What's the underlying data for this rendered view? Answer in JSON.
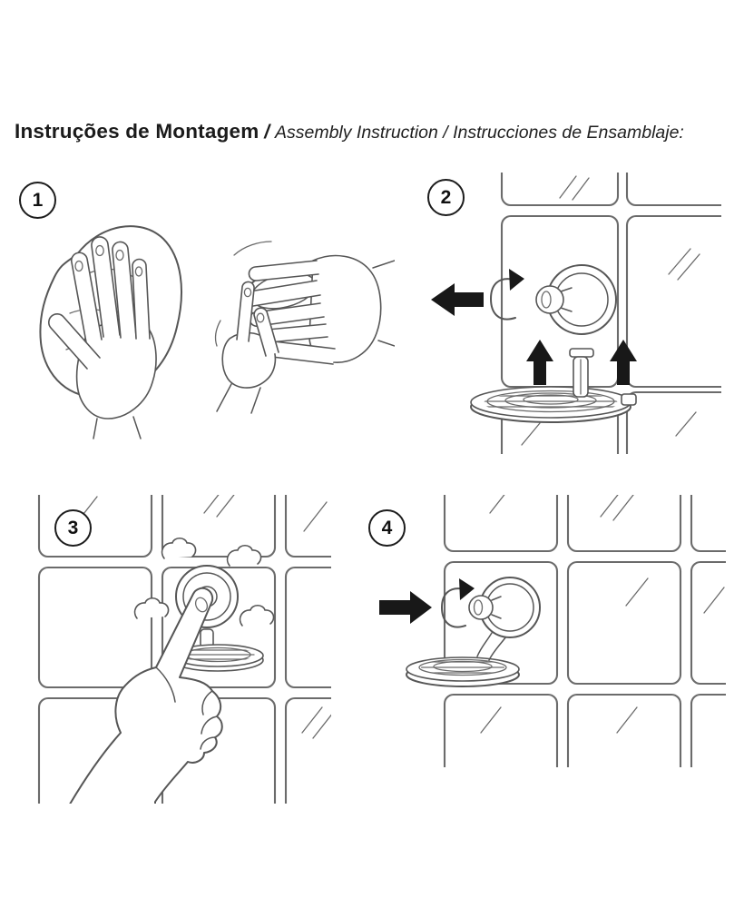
{
  "title": {
    "primary": "Instruções de Montagem",
    "separator": " / ",
    "secondary": "Assembly Instruction / Instrucciones de Ensamblaje:"
  },
  "steps": [
    {
      "number": "1",
      "illustration": "wipe-surface-and-flex-suction-cup"
    },
    {
      "number": "2",
      "illustration": "rotate-knob-and-slide-dish-up-onto-wall-mount"
    },
    {
      "number": "3",
      "illustration": "press-suction-cup-button"
    },
    {
      "number": "4",
      "illustration": "rotate-knob-to-lock-finished-mount"
    }
  ],
  "icons": {
    "step2_direction": "arrow-left",
    "step2_push": "arrow-up",
    "step2_rotate": "rotate-arrow",
    "step4_direction": "arrow-right",
    "step4_rotate": "rotate-arrow"
  },
  "colors": {
    "ink": "#565656",
    "tile_line": "#6b6b6b",
    "arrow_fill": "#181818",
    "background": "#ffffff",
    "text": "#1b1b1b"
  }
}
